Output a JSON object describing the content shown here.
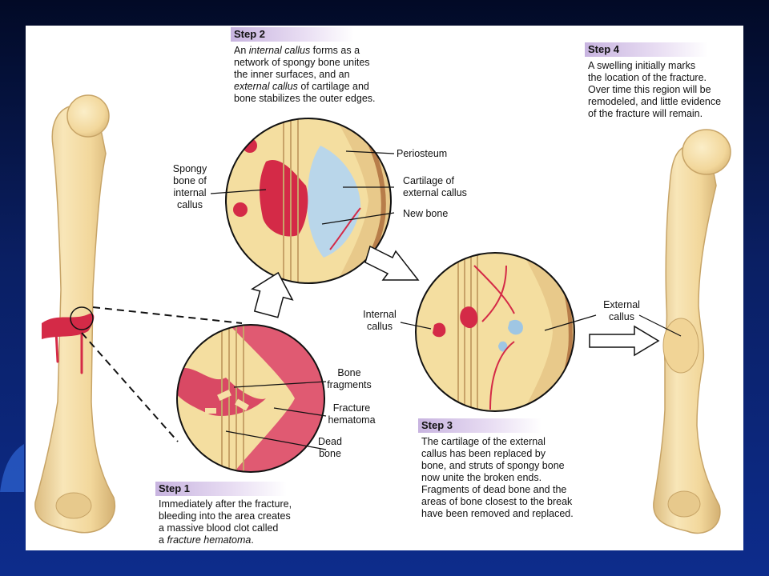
{
  "step1": {
    "tag": "Step 1",
    "line1": "Immediately after the fracture,",
    "line2": "bleeding into the area creates",
    "line3": "a massive blood clot called",
    "line4_prefix": "a ",
    "line4_italic": "fracture hematoma",
    "line4_suffix": "."
  },
  "step2": {
    "tag": "Step 2",
    "line1_prefix": "An ",
    "line1_italic": "internal callus",
    "line1_suffix": " forms as a",
    "line2": "network of spongy bone unites",
    "line3": "the inner surfaces, and an",
    "line4_italic": "external callus",
    "line4_suffix": " of cartilage and",
    "line5": "bone stabilizes the outer edges."
  },
  "step3": {
    "tag": "Step 3",
    "line1": "The cartilage of the external",
    "line2": "callus has been replaced by",
    "line3": "bone, and struts of spongy bone",
    "line4": "now unite the broken ends.",
    "line5": "Fragments of dead bone and the",
    "line6": "areas of bone closest to the break",
    "line7": "have been removed and replaced."
  },
  "step4": {
    "tag": "Step 4",
    "line1": "A swelling initially marks",
    "line2": "the location of the fracture.",
    "line3": "Over time this region will be",
    "line4": "remodeled, and little evidence",
    "line5": "of the fracture will remain."
  },
  "labels": {
    "spongy_1": "Spongy",
    "spongy_2": "bone of",
    "spongy_3": "internal",
    "spongy_4": "callus",
    "periosteum": "Periosteum",
    "cartilage_1": "Cartilage of",
    "cartilage_2": "external callus",
    "new_bone": "New bone",
    "internal_callus_1": "Internal",
    "internal_callus_2": "callus",
    "external_callus_1": "External",
    "external_callus_2": "callus",
    "bone_fragments_1": "Bone",
    "bone_fragments_2": "fragments",
    "fracture_hematoma_1": "Fracture",
    "fracture_hematoma_2": "hematoma",
    "dead_bone_1": "Dead",
    "dead_bone_2": "bone"
  },
  "colors": {
    "bone": "#f6dfa6",
    "bone_shadow": "#d9b878",
    "blood": "#d42a47",
    "hematoma": "#e05a72",
    "cartilage": "#b9d6ea",
    "slide_bg": "#0d2c8c",
    "tag_fill": "#c8b4e0"
  }
}
